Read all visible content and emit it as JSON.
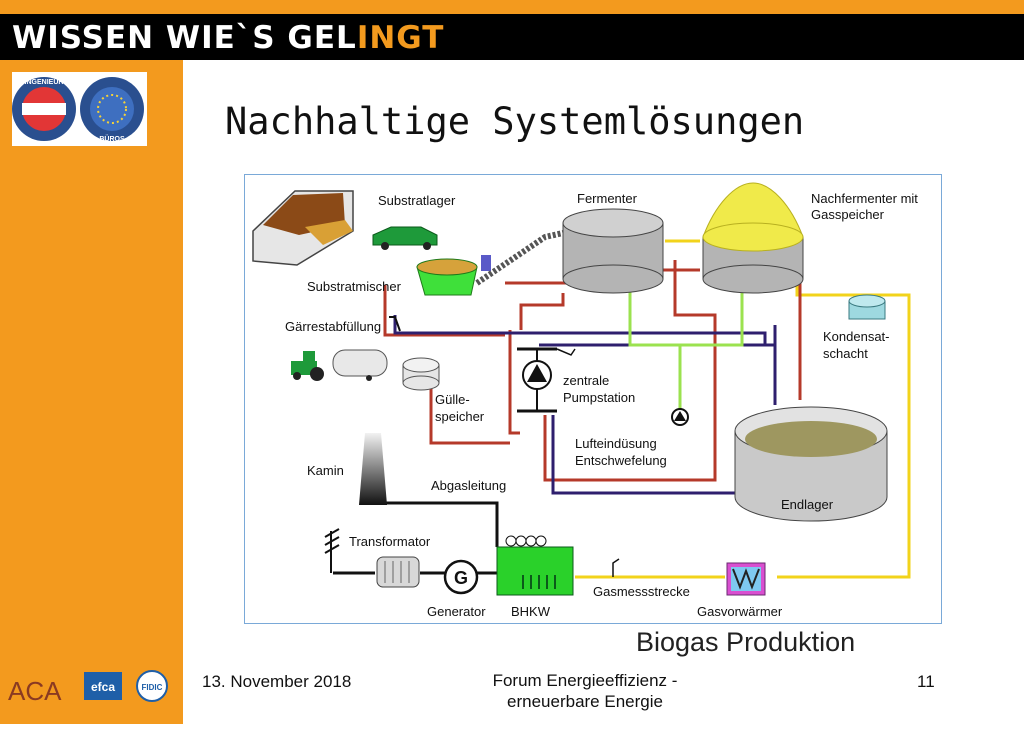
{
  "header": {
    "banner_main": "WISSEN WIE`S GEL",
    "banner_highlight": "INGT"
  },
  "logo": {
    "ring_top": "INGENIEUR",
    "ring_bottom": "BÜROS"
  },
  "slide": {
    "title": "Nachhaltige Systemlösungen",
    "caption": "Biogas Produktion"
  },
  "diagram": {
    "labels": {
      "substratlager": "Substratlager",
      "fermenter": "Fermenter",
      "nachfermenter_1": "Nachfermenter mit",
      "nachfermenter_2": "Gasspeicher",
      "substratmischer": "Substratmischer",
      "gaerrest": "Gärrestabfüllung",
      "kondensat_1": "Kondensat-",
      "kondensat_2": "schacht",
      "guelle_1": "Gülle-",
      "guelle_2": "speicher",
      "pumpe_1": "zentrale",
      "pumpe_2": "Pumpstation",
      "luft_1": "Lufteindüsung",
      "luft_2": "Entschwefelung",
      "kamin": "Kamin",
      "abgas": "Abgasleitung",
      "endlager": "Endlager",
      "transformator": "Transformator",
      "generator_symbol": "G",
      "generator": "Generator",
      "bhkw": "BHKW",
      "gasmess": "Gasmessstrecke",
      "gasvor": "Gasvorwärmer"
    }
  },
  "footer": {
    "date": "13. November 2018",
    "event_line1": "Forum Energieeffizienz -",
    "event_line2": "erneuerbare Energie",
    "page": "11"
  },
  "bottom_logos": {
    "aca": "ACA",
    "efca": "efca",
    "fidic": "FIDIC"
  },
  "colors": {
    "orange": "#f39a1e",
    "banner": "#000000",
    "substrate_pipe": "#b5392a",
    "gas_pipe": "#f2d31b",
    "liquid_pipe": "#2e1f6e",
    "air_pipe": "#9be24f"
  }
}
